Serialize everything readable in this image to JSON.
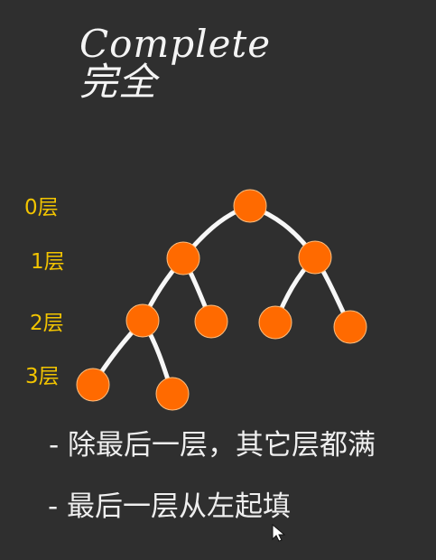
{
  "title": "Complete 完全",
  "levels": [
    "0层",
    "1层",
    "2层",
    "3层"
  ],
  "notes": {
    "line1": "- 除最后一层，其它层都满",
    "line2": "- 最后一层从左起填"
  },
  "tree": {
    "nodes": [
      "root",
      "l1-left",
      "l1-right",
      "l2-a",
      "l2-b",
      "l2-c",
      "l2-d",
      "l3-a",
      "l3-b"
    ],
    "edges": [
      [
        "root",
        "l1-left"
      ],
      [
        "root",
        "l1-right"
      ],
      [
        "l1-left",
        "l2-a"
      ],
      [
        "l1-left",
        "l2-b"
      ],
      [
        "l1-right",
        "l2-c"
      ],
      [
        "l1-right",
        "l2-d"
      ],
      [
        "l2-a",
        "l3-a"
      ],
      [
        "l2-a",
        "l3-b"
      ]
    ]
  },
  "colors": {
    "background": "#2f2f2f",
    "node": "#ff6a00",
    "edge": "#f7f7f7",
    "level_text": "#f2c400",
    "text": "#efefef"
  },
  "icons": {
    "cursor": "mouse-pointer-icon"
  }
}
